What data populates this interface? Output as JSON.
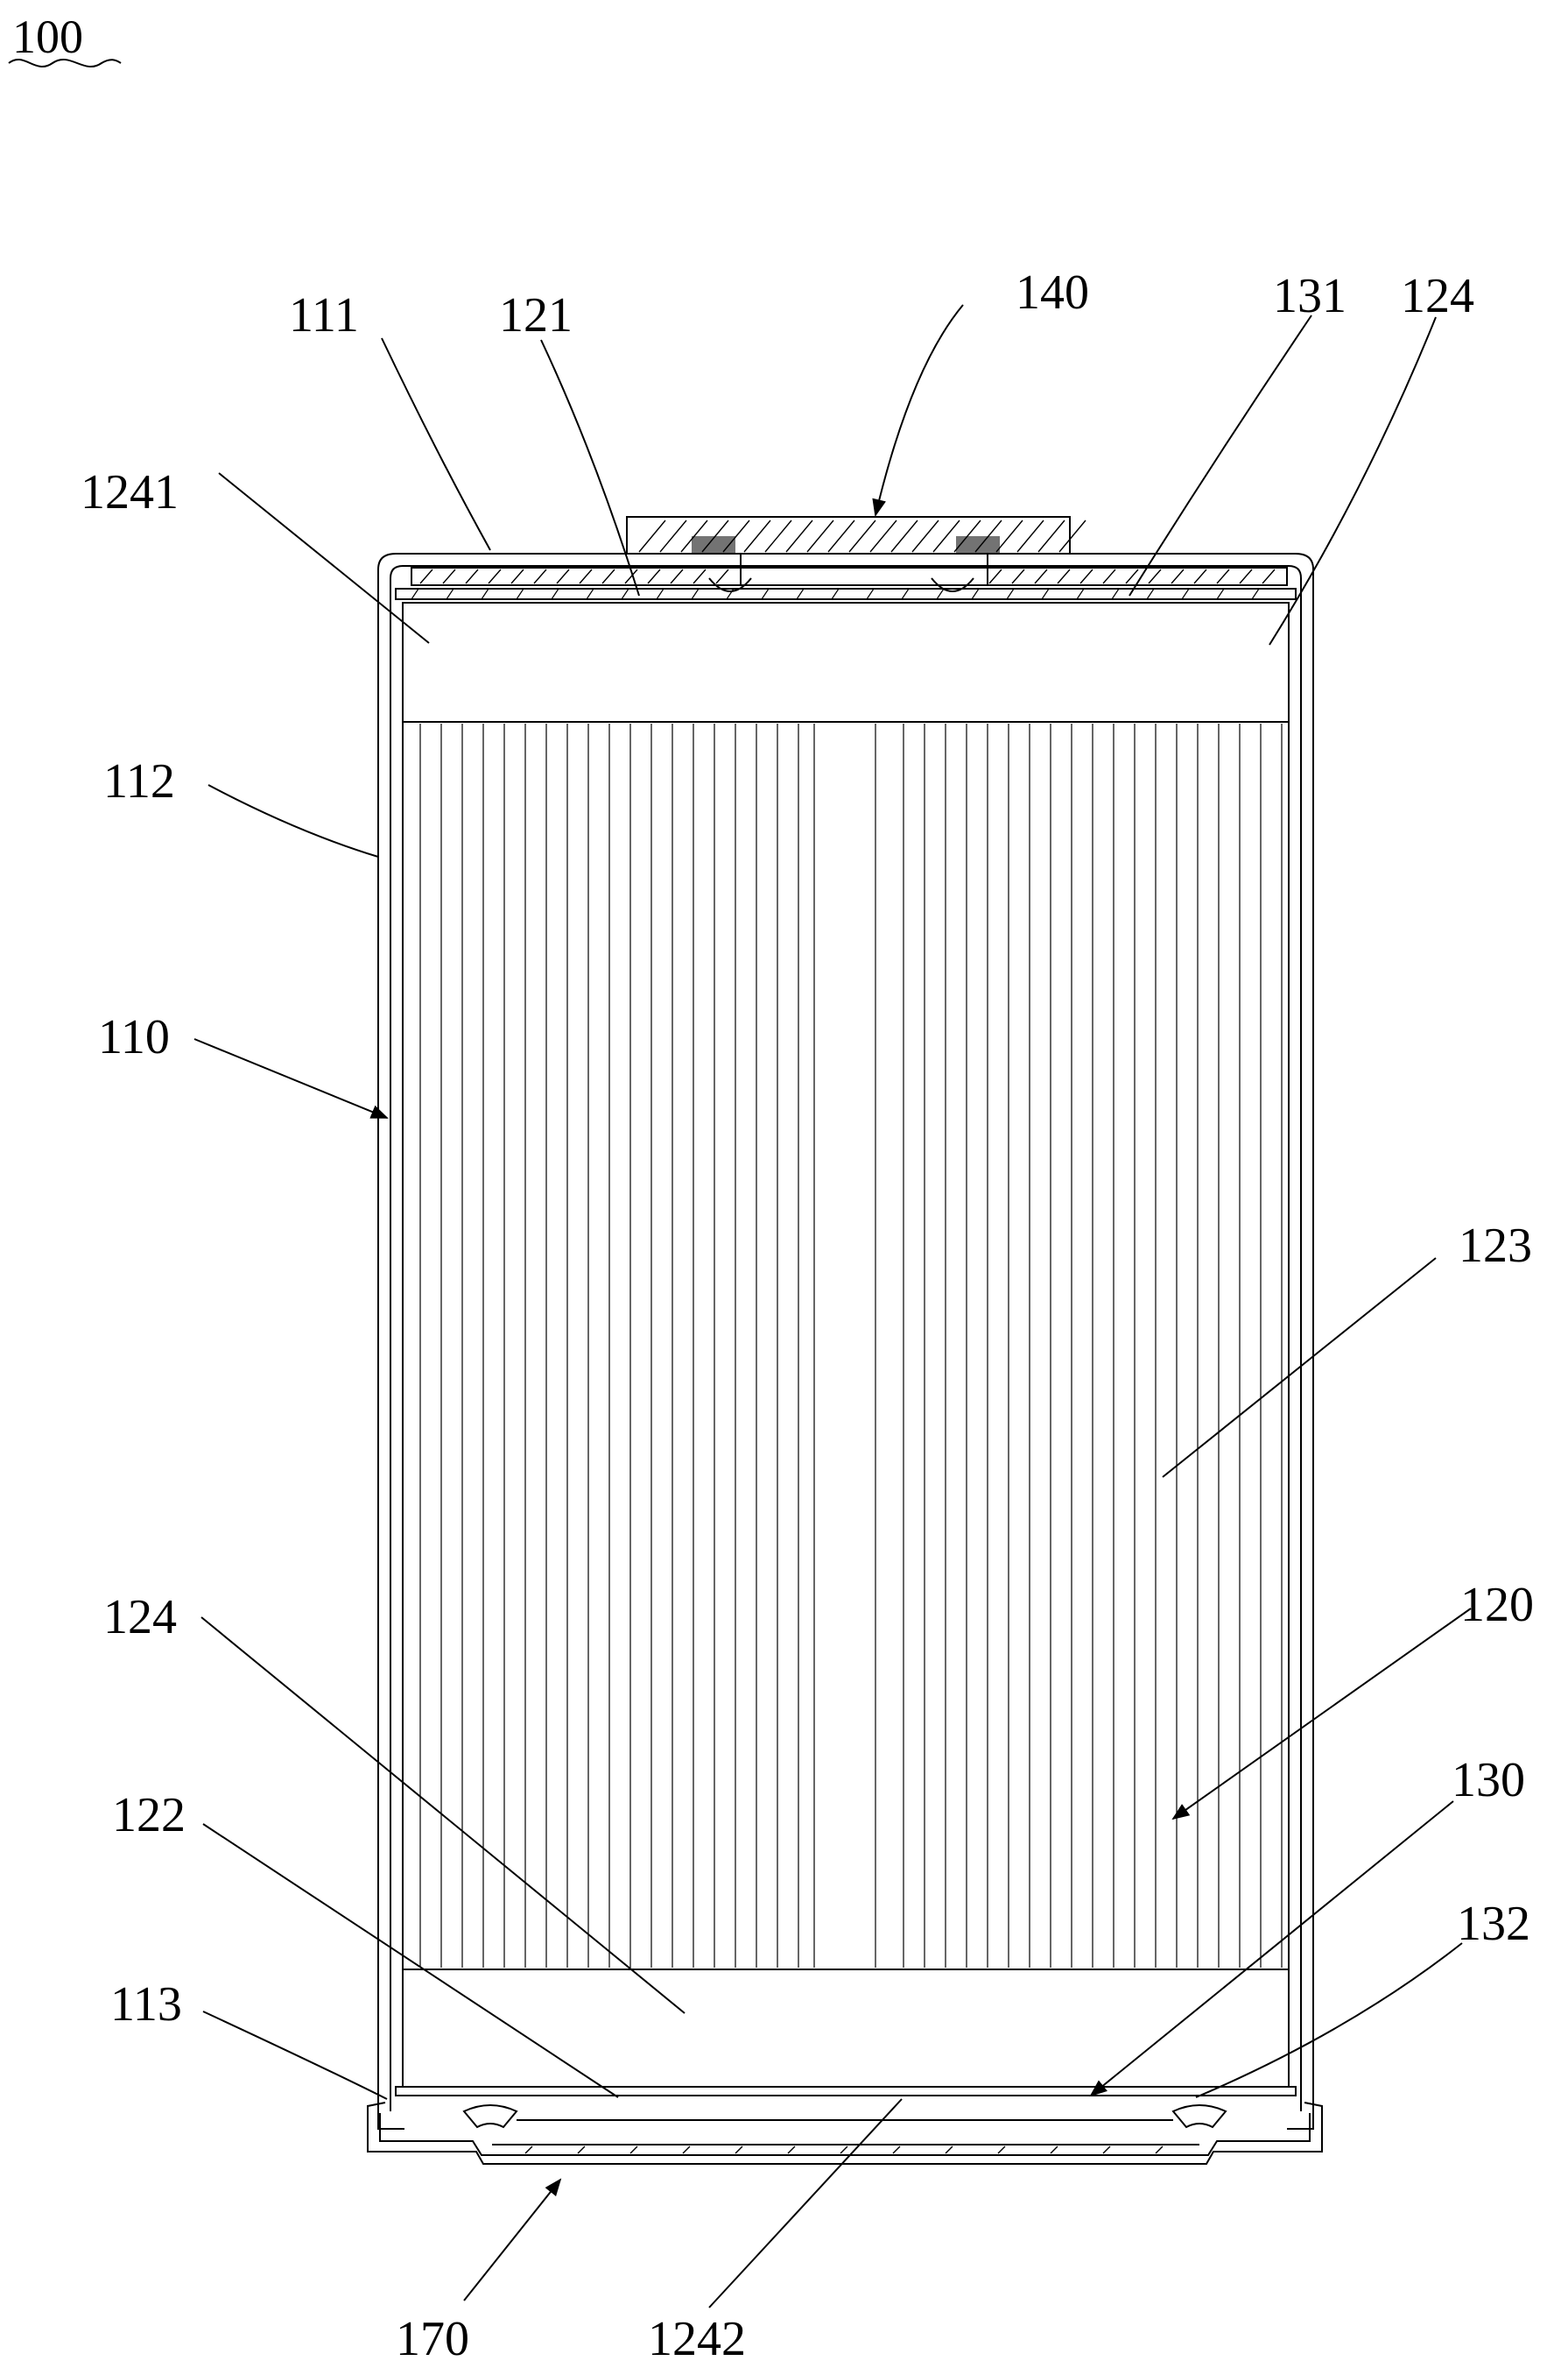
{
  "figure": {
    "ref": "100"
  },
  "callouts": [
    {
      "id": "111",
      "text": "111"
    },
    {
      "id": "121",
      "text": "121"
    },
    {
      "id": "140",
      "text": "140"
    },
    {
      "id": "131",
      "text": "131"
    },
    {
      "id": "124-top",
      "text": "124"
    },
    {
      "id": "1241",
      "text": "1241"
    },
    {
      "id": "112",
      "text": "112"
    },
    {
      "id": "110",
      "text": "110"
    },
    {
      "id": "123",
      "text": "123"
    },
    {
      "id": "124-bottom",
      "text": "124"
    },
    {
      "id": "120",
      "text": "120"
    },
    {
      "id": "130",
      "text": "130"
    },
    {
      "id": "122",
      "text": "122"
    },
    {
      "id": "132",
      "text": "132"
    },
    {
      "id": "113",
      "text": "113"
    },
    {
      "id": "170",
      "text": "170"
    },
    {
      "id": "1242",
      "text": "1242"
    }
  ],
  "colors": {
    "ink": "#000000",
    "paper": "#ffffff"
  }
}
